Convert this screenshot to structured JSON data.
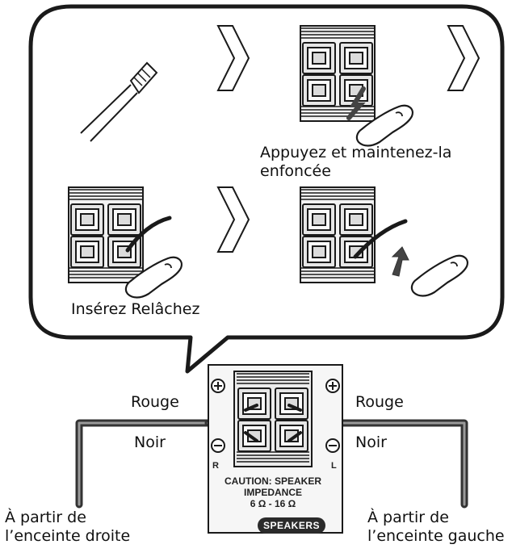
{
  "steps": {
    "press_hold": "Appuyez et maintenez-la\nenfoncée",
    "insert_release": "Insérez Relâchez"
  },
  "panel": {
    "caution": "CAUTION: SPEAKER\nIMPEDANCE\n6 Ω - 16 Ω",
    "badge": "SPEAKERS",
    "right_channel": "R",
    "left_channel": "L"
  },
  "wires": {
    "left_red": "Rouge",
    "left_black": "Noir",
    "right_red": "Rouge",
    "right_black": "Noir"
  },
  "sources": {
    "from_right_speaker": "À partir de\nl’enceinte droite",
    "from_left_speaker": "À partir de\nl’enceinte gauche"
  },
  "colors": {
    "outline": "#1a1a1a",
    "cable": "#333333",
    "cable_highlight": "#9a9a9a",
    "panel_fill": "#f6f6f6",
    "terminal_fill": "#e4e4e4"
  }
}
